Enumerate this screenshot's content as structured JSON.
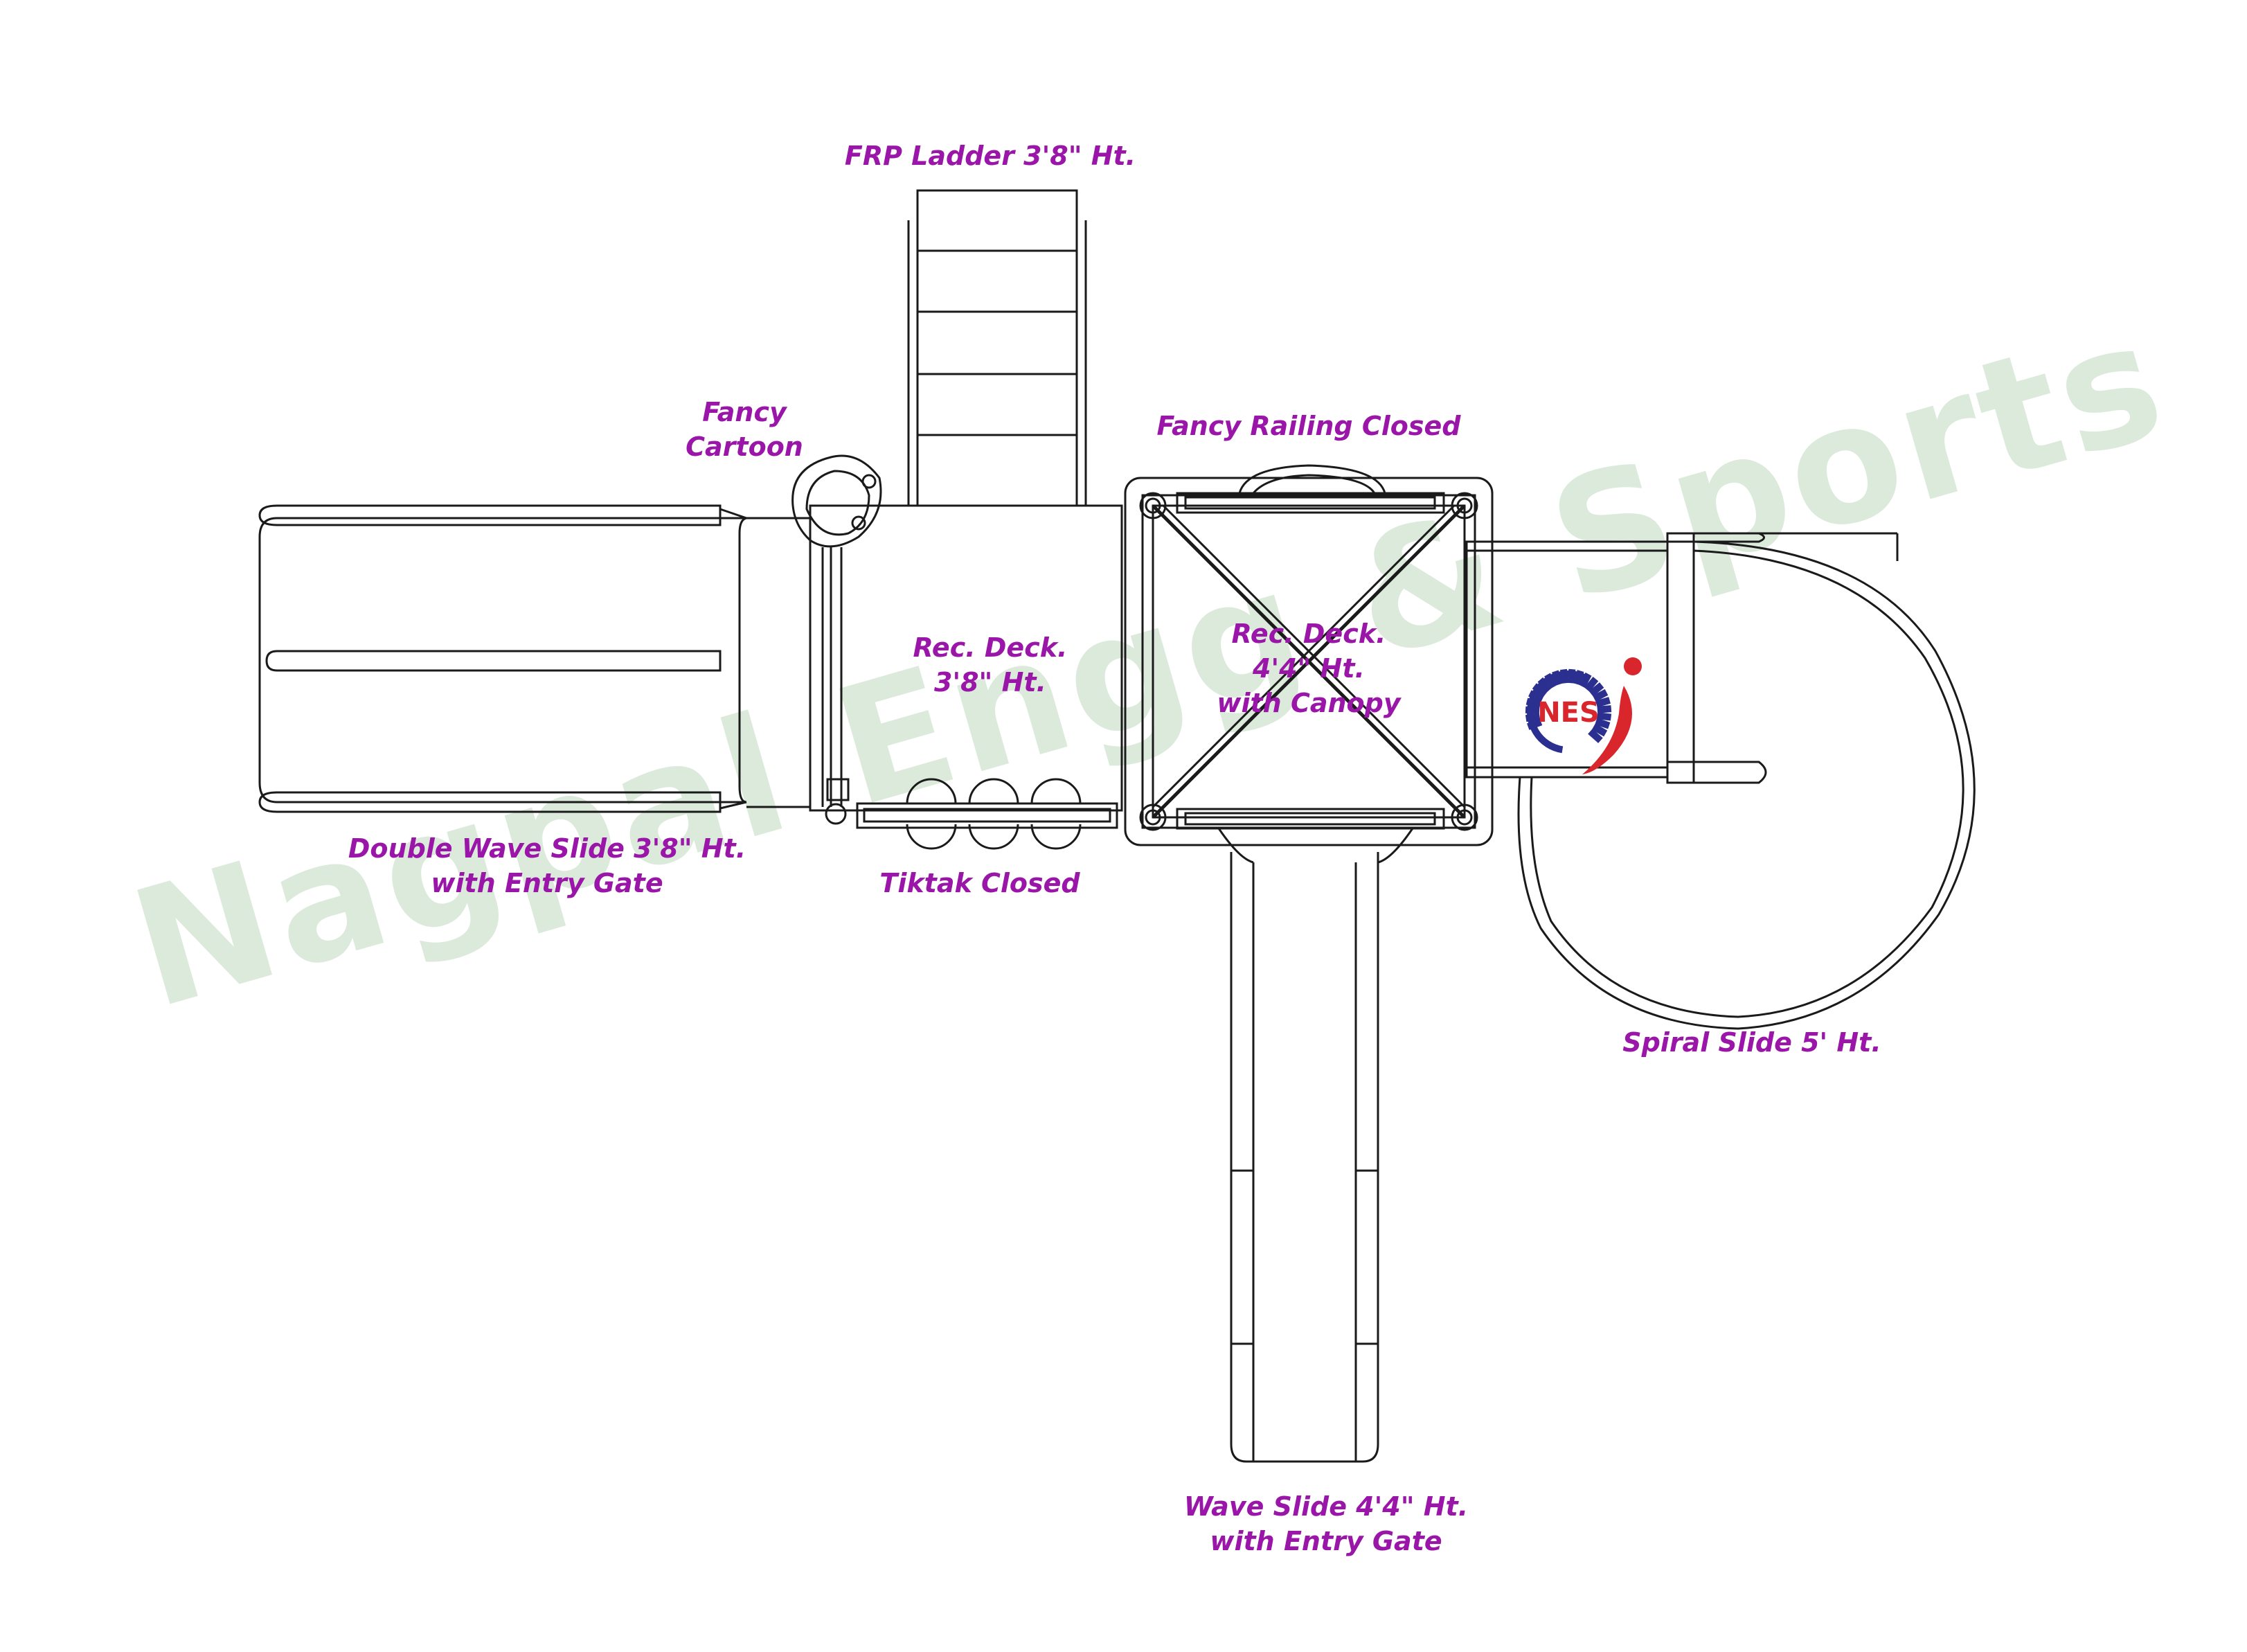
{
  "labels": {
    "frp_ladder": "FRP Ladder 3'8\" Ht.",
    "fancy_cartoon": [
      "Fancy",
      "Cartoon"
    ],
    "fancy_railing": "Fancy Railing Closed",
    "rec_deck_small": [
      "Rec. Deck.",
      "3'8\" Ht."
    ],
    "rec_deck_large": [
      "Rec. Deck.",
      "4'4\" Ht.",
      "with Canopy"
    ],
    "double_wave_slide": [
      "Double Wave Slide 3'8\" Ht.",
      "with Entry Gate"
    ],
    "tiktak": "Tiktak Closed",
    "spiral_slide": "Spiral Slide 5' Ht.",
    "wave_slide": [
      "Wave Slide 4'4\" Ht.",
      "with Entry Gate"
    ]
  },
  "watermark": "Nagpal Engg & Sports",
  "logo": {
    "text": "NES",
    "text_color": "#d8262c",
    "gear_color": "#2b2f8f",
    "accent_color": "#d8262c"
  },
  "colors": {
    "label": "#9a16a8",
    "line": "#1a1a1a",
    "watermark": "#1f7a1f"
  }
}
